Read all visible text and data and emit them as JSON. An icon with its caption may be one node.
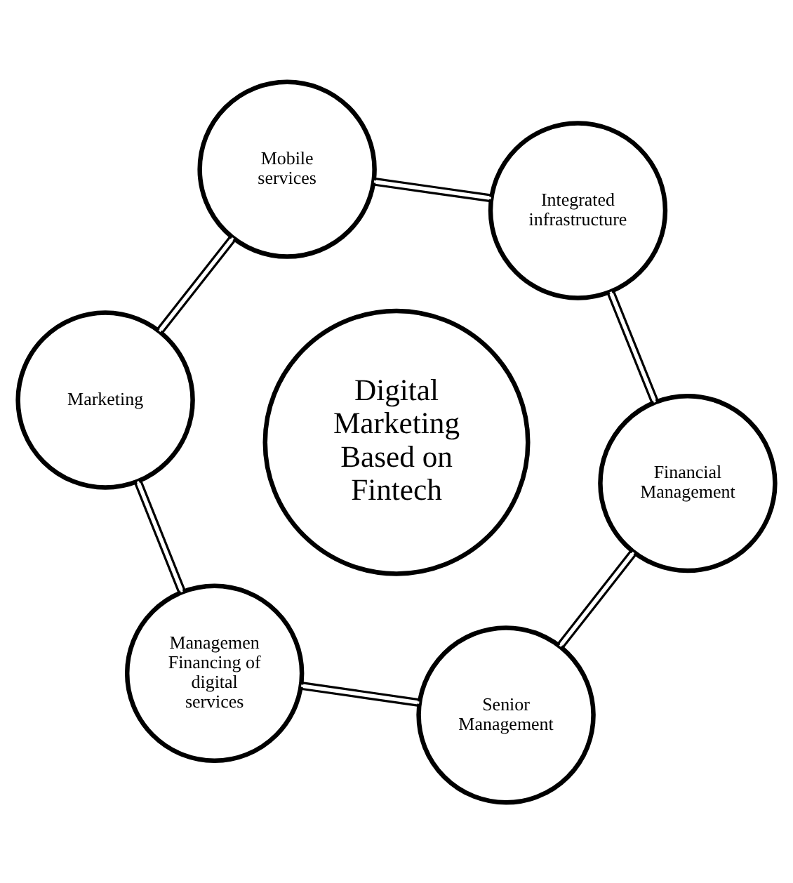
{
  "diagram": {
    "nodes": [
      {
        "text": [
          "Digital Marketing Based on Fintech"
        ]
      },
      {
        "text": [
          "Senior Management"
        ]
      },
      {
        "text": [
          "Financial Management"
        ]
      },
      {
        "text": [
          "Integrated infrastructure"
        ]
      },
      {
        "text": [
          "Mobile services"
        ]
      },
      {
        "text": [
          "Marketing"
        ]
      },
      {
        "text": [
          "Managemen Financing of digital services"
        ]
      }
    ],
    "edges": [
      {
        "from": 1,
        "to": 2,
        "arrow": "none"
      },
      {
        "from": 2,
        "to": 3,
        "arrow": "none"
      },
      {
        "from": 3,
        "to": 4,
        "arrow": "none"
      },
      {
        "from": 4,
        "to": 5,
        "arrow": "none"
      },
      {
        "from": 5,
        "to": 6,
        "arrow": "none"
      },
      {
        "from": 6,
        "to": 1,
        "arrow": "none"
      }
    ]
  }
}
